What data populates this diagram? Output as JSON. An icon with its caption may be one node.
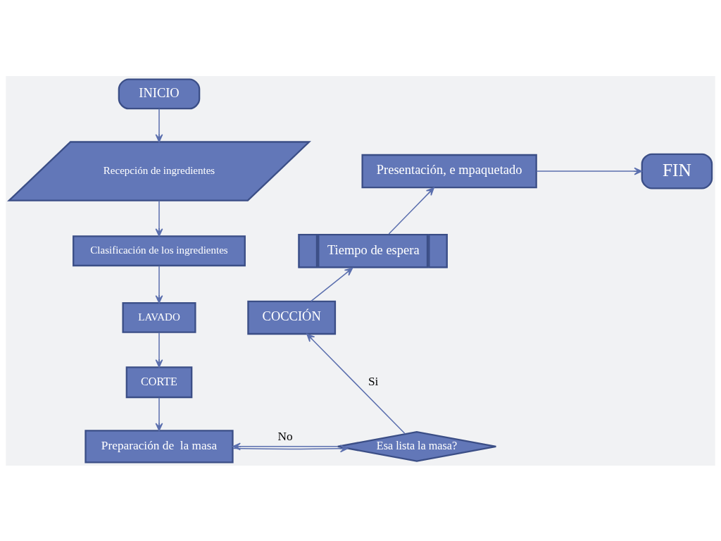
{
  "diagram": {
    "nodes": [
      {
        "text": [
          "INICIO"
        ]
      },
      {
        "text": [
          "Recepción de ingredientes"
        ]
      },
      {
        "text": [
          "Clasificación de los ingredientes"
        ]
      },
      {
        "text": [
          "LAVADO"
        ]
      },
      {
        "text": [
          "CORTE"
        ]
      },
      {
        "text": [
          "Preparación de  la masa"
        ]
      },
      {
        "text": [
          "Esa lista la masa?"
        ]
      },
      {
        "text": [
          "COCCIÓN"
        ]
      },
      {
        "text": [
          "Tiempo de espera"
        ]
      },
      {
        "text": [
          "Presentación, e mpaquetado"
        ]
      },
      {
        "text": [
          "FIN"
        ]
      }
    ],
    "edges": [
      {
        "from": 0,
        "to": 1,
        "arrow": "to"
      },
      {
        "from": 1,
        "to": 2,
        "arrow": "to"
      },
      {
        "from": 2,
        "to": 3,
        "arrow": "to"
      },
      {
        "from": 3,
        "to": 4,
        "arrow": "to"
      },
      {
        "from": 4,
        "to": 5,
        "arrow": "to"
      },
      {
        "from": 5,
        "to": 6,
        "arrow": "to"
      },
      {
        "from": 6,
        "to": 7,
        "label": "Si",
        "arrow": "to"
      },
      {
        "from": 7,
        "to": 8,
        "arrow": "to"
      },
      {
        "from": 8,
        "to": 9,
        "arrow": "to"
      },
      {
        "from": 9,
        "to": 10,
        "arrow": "to"
      },
      {
        "from": 6,
        "to": 5,
        "label": "No",
        "arrow": "to"
      }
    ]
  }
}
